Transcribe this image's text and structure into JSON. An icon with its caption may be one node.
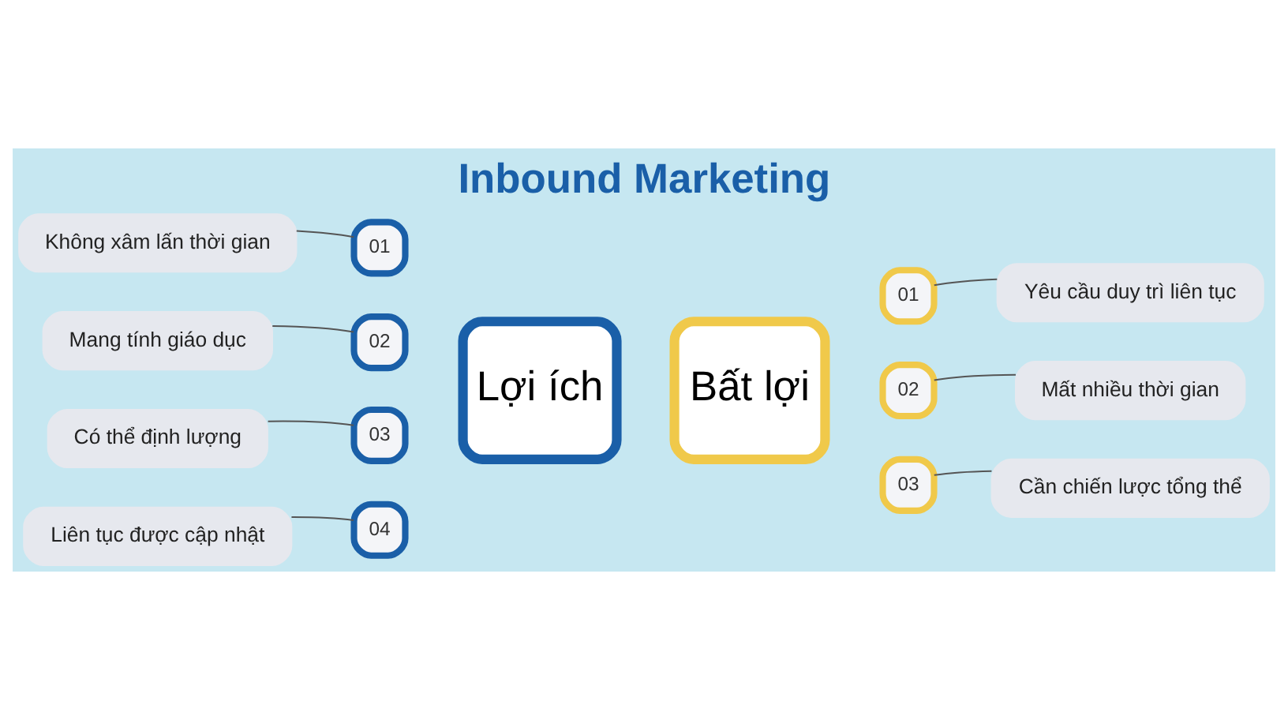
{
  "diagram": {
    "title": "Inbound Marketing",
    "nodes": [
      {
        "text": [
          "Lợi ích"
        ]
      },
      {
        "text": [
          "01"
        ]
      },
      {
        "text": [
          "Không xâm lấn thời gian"
        ]
      },
      {
        "text": [
          "02"
        ]
      },
      {
        "text": [
          "Mang tính giáo dục"
        ]
      },
      {
        "text": [
          "03"
        ]
      },
      {
        "text": [
          "Có thể định lượng"
        ]
      },
      {
        "text": [
          "04"
        ]
      },
      {
        "text": [
          "Liên tục được cập nhật"
        ]
      },
      {
        "text": [
          "Bất lợi"
        ]
      },
      {
        "text": [
          "01"
        ]
      },
      {
        "text": [
          "Yêu cầu duy trì liên tục"
        ]
      },
      {
        "text": [
          "02"
        ]
      },
      {
        "text": [
          "Mất nhiều thời gian"
        ]
      },
      {
        "text": [
          "03"
        ]
      },
      {
        "text": [
          "Cần chiến lược tổng thể"
        ]
      }
    ],
    "edges": [
      {
        "from": 1,
        "to": 2,
        "arrow": "none"
      },
      {
        "from": 3,
        "to": 4,
        "arrow": "none"
      },
      {
        "from": 5,
        "to": 6,
        "arrow": "none"
      },
      {
        "from": 7,
        "to": 8,
        "arrow": "none"
      },
      {
        "from": 10,
        "to": 11,
        "arrow": "none"
      },
      {
        "from": 12,
        "to": 13,
        "arrow": "none"
      },
      {
        "from": 14,
        "to": 15,
        "arrow": "none"
      }
    ]
  }
}
